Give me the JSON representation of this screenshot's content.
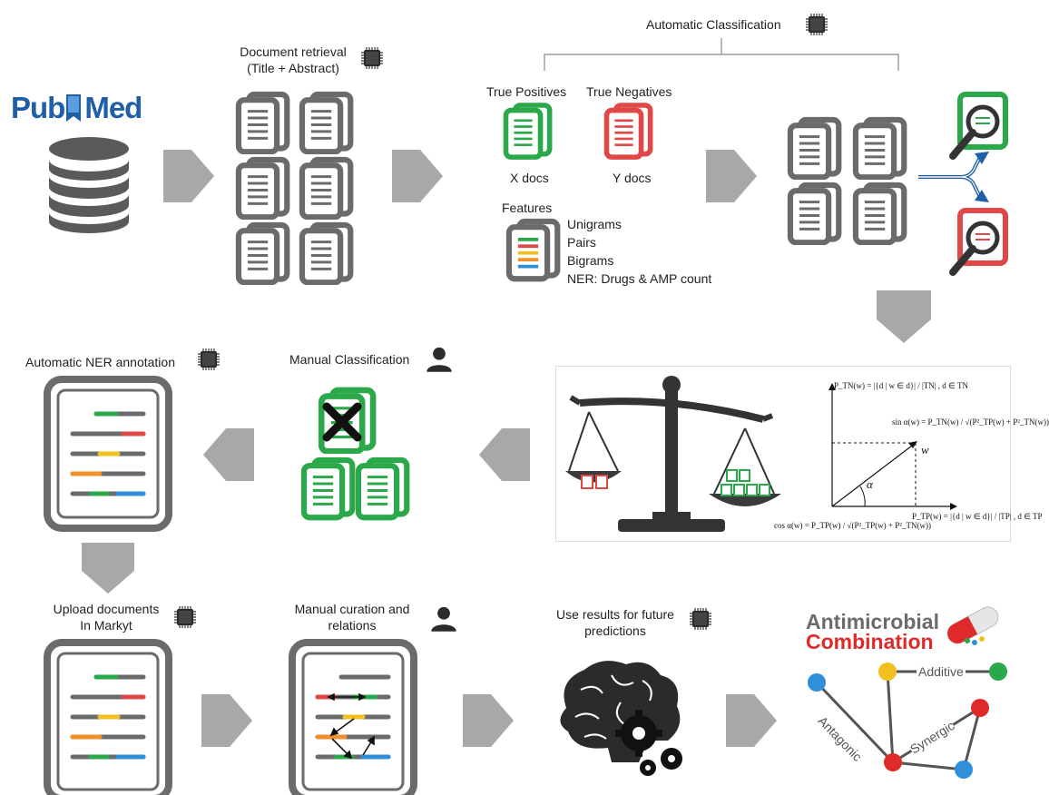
{
  "pubmed": {
    "part1": "Pub",
    "part2": "Med"
  },
  "steps": {
    "retrieval": {
      "line1": "Document retrieval",
      "line2": "(Title + Abstract)"
    },
    "auto_class": {
      "title": "Automatic Classification"
    },
    "true_pos": {
      "label": "True Positives",
      "count": "X docs"
    },
    "true_neg": {
      "label": "True Negatives",
      "count": "Y docs"
    },
    "features": {
      "title": "Features",
      "items": [
        "Unigrams",
        "Pairs",
        "Bigrams",
        "NER: Drugs & AMP count"
      ]
    },
    "ner_annot": {
      "title": "Automatic NER annotation"
    },
    "manual_class": {
      "title": "Manual Classification"
    },
    "upload": {
      "line1": "Upload documents",
      "line2": "In Markyt"
    },
    "curation": {
      "line1": "Manual curation and",
      "line2": "relations"
    },
    "future": {
      "line1": "Use results for future",
      "line2": "predictions"
    }
  },
  "icons": {
    "cpu_text": "CPU"
  },
  "formulas": {
    "p_tn": "P_TN(w) = |{d | w ∈ d}| / |TN| , d ∈ TN",
    "sin": "sin α(w) = P_TN(w) / √(P²_TP(w) + P²_TN(w))",
    "cos": "cos α(w) = P_TP(w) / √(P²_TP(w) + P²_TN(w))",
    "p_tp": "P_TP(w) = |{d | w ∈ d}| / |TP| , d ∈ TP",
    "alpha": "α",
    "w": "w"
  },
  "result": {
    "title1": "Antimicrobial",
    "title2": "Combination",
    "edges": {
      "additive": "Additive",
      "antagonic": "Antagonic",
      "synergic": "Synergic"
    }
  },
  "colors": {
    "gray": "#6b6b6b",
    "arrow": "#a8a8a8",
    "green": "#2aa84a",
    "red": "#e04848",
    "blue": "#1f5fa8",
    "orange": "#f0902a",
    "yellow": "#f2c01e",
    "lightblue": "#2f8fd8"
  }
}
